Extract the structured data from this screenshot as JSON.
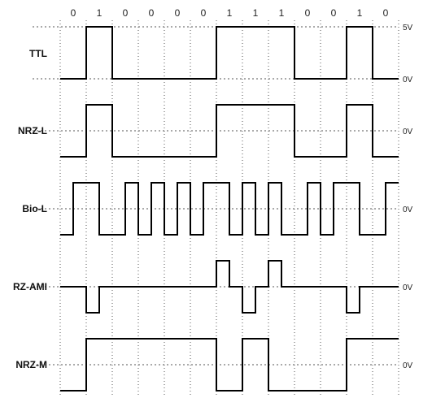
{
  "bits": [
    "0",
    "1",
    "0",
    "0",
    "0",
    "0",
    "1",
    "1",
    "1",
    "0",
    "0",
    "1",
    "0"
  ],
  "signals": [
    {
      "name": "TTL",
      "label": "TTL",
      "ref_label": "0V",
      "top_label": "5V",
      "levels": [
        0,
        0,
        1,
        1,
        0,
        0,
        0,
        0,
        0,
        0,
        0,
        0,
        1,
        1,
        1,
        1,
        1,
        1,
        0,
        0,
        0,
        0,
        1,
        1,
        0,
        0
      ]
    },
    {
      "name": "NRZ-L",
      "label": "NRZ-L",
      "ref_label": "0V",
      "levels": [
        -1,
        -1,
        1,
        1,
        -1,
        -1,
        -1,
        -1,
        -1,
        -1,
        -1,
        -1,
        1,
        1,
        1,
        1,
        1,
        1,
        -1,
        -1,
        -1,
        -1,
        1,
        1,
        -1,
        -1
      ]
    },
    {
      "name": "Bio-L",
      "label": "Bio-L",
      "ref_label": "0V",
      "levels": [
        -1,
        1,
        1,
        -1,
        -1,
        1,
        -1,
        1,
        -1,
        1,
        -1,
        1,
        1,
        -1,
        1,
        -1,
        1,
        -1,
        -1,
        1,
        -1,
        1,
        1,
        -1,
        -1,
        1
      ]
    },
    {
      "name": "RZ-AMI",
      "label": "RZ-AMI",
      "ref_label": "0V",
      "levels": [
        0,
        0,
        -1,
        0,
        0,
        0,
        0,
        0,
        0,
        0,
        0,
        0,
        1,
        0,
        -1,
        0,
        1,
        0,
        0,
        0,
        0,
        0,
        -1,
        0,
        0,
        0
      ]
    },
    {
      "name": "NRZ-M",
      "label": "NRZ-M",
      "ref_label": "0V",
      "levels": [
        -1,
        -1,
        1,
        1,
        1,
        1,
        1,
        1,
        1,
        1,
        1,
        1,
        -1,
        -1,
        1,
        1,
        -1,
        -1,
        -1,
        -1,
        -1,
        -1,
        1,
        1,
        1,
        1
      ]
    }
  ]
}
